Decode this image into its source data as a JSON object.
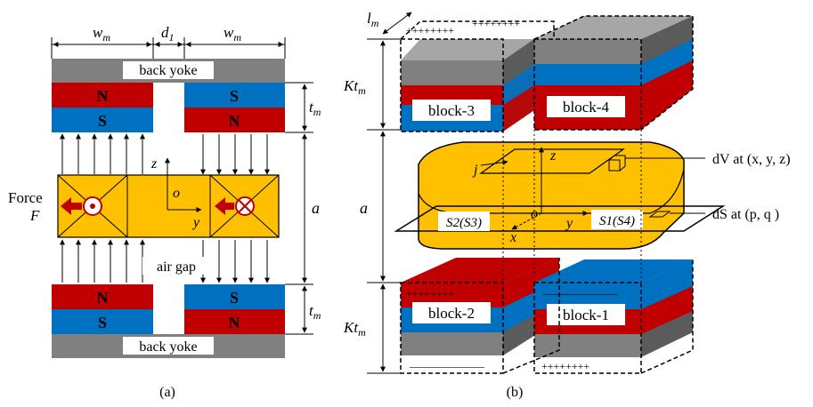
{
  "panel_a": {
    "caption": "(a)",
    "dim_wm_left": "w",
    "dim_wm_sub": "m",
    "dim_d1": "d",
    "dim_d1_sub": "1",
    "dim_wm_right": "w",
    "back_yoke_top": "back yoke",
    "back_yoke_bottom": "back yoke",
    "pole_n": "N",
    "pole_s": "S",
    "dim_tm": "t",
    "dim_tm_sub": "m",
    "dim_a": "a",
    "air_gap": "air gap",
    "force_label": "Force",
    "force_symbol": "F",
    "axis_z": "z",
    "axis_o": "o",
    "axis_y": "y"
  },
  "panel_b": {
    "caption": "(b)",
    "dim_lm": "l",
    "dim_lm_sub": "m",
    "dim_ktm_top": "Kt",
    "dim_ktm_sub": "m",
    "dim_a": "a",
    "block3": "block-3",
    "block4": "block-4",
    "block2": "block-2",
    "block1": "block-1",
    "dV_label": "dV at (x, y, z)",
    "dS_label": "dS at (p, q )",
    "s2s3": "S2(S3)",
    "s1s4": "S1(S4)",
    "axis_z": "z",
    "axis_o": "o",
    "axis_x": "x",
    "axis_y": "y",
    "j_label": "j",
    "plus_row": "++++++++",
    "minus_row": "———————"
  },
  "colors": {
    "north_red": "#c00000",
    "south_blue": "#0070c0",
    "yoke_gray": "#808080",
    "coil_orange": "#ffc000"
  }
}
